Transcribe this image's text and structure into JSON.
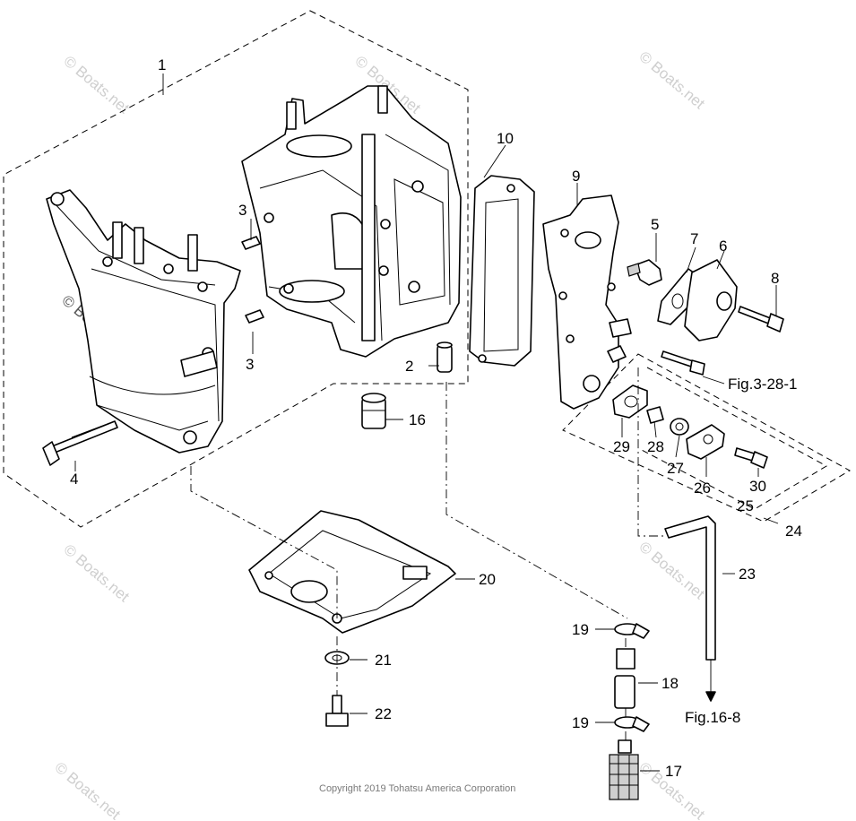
{
  "watermark": "© Boats.net",
  "copyright": "Copyright 2019 Tohatsu America Corporation",
  "callouts": {
    "c1": "1",
    "c2": "2",
    "c3a": "3",
    "c3b": "3",
    "c4": "4",
    "c5": "5",
    "c6": "6",
    "c7": "7",
    "c8": "8",
    "c9": "9",
    "c10": "10",
    "c16": "16",
    "c17": "17",
    "c18": "18",
    "c19a": "19",
    "c19b": "19",
    "c20": "20",
    "c21": "21",
    "c22": "22",
    "c23": "23",
    "c24": "24",
    "c25": "25",
    "c26": "26",
    "c27": "27",
    "c28": "28",
    "c29": "29",
    "c30": "30"
  },
  "references": {
    "fig_3_28_1": "Fig.3-28-1",
    "fig_16_8": "Fig.16-8"
  }
}
